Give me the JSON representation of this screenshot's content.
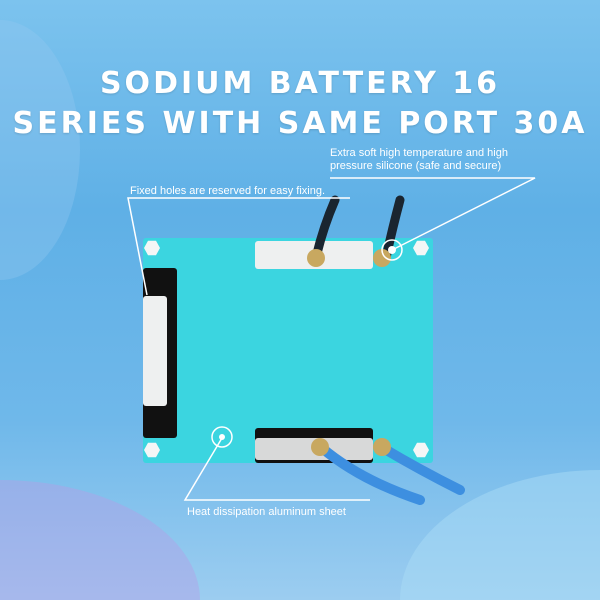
{
  "title": {
    "line1": "SODIUM BATTERY 16",
    "line2": "SERIES WITH SAME PORT 30A"
  },
  "callouts": {
    "silicone": [
      "Extra soft high temperature and high",
      "pressure silicone (safe and secure)"
    ],
    "holes": "Fixed holes are reserved for easy fixing.",
    "aluminum": "Heat dissipation aluminum sheet"
  },
  "colors": {
    "background": "#6fb8ea",
    "board": "#3bd5e0",
    "text": "#ffffff"
  }
}
